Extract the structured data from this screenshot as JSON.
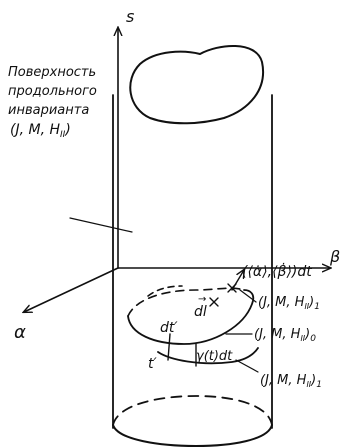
{
  "axes": {
    "s": "s",
    "beta": "β",
    "alpha": "α"
  },
  "surface_label": {
    "line1": "Поверхность",
    "line2": "продольного",
    "line3": "инварианта",
    "line4": "(J, M, H",
    "line4_sub": "II",
    "line4_end": ")"
  },
  "annotations": {
    "dl": "dl",
    "dl_arrow": "→",
    "velocity": "(⟨α̇⟩,⟨β̇⟩)dt",
    "state_1a": "(J, M, H",
    "state_1a_sub": "II",
    "state_1a_end": ")",
    "state_1a_idx": "1",
    "state_0": "(J, M, H",
    "state_0_sub": "II",
    "state_0_end": ")",
    "state_0_idx": "0",
    "dt_prime": "dt′",
    "t_prime": "t′",
    "gamma_dt": "γ(t)dt",
    "state_1b": "(J, M, H",
    "state_1b_sub": "II",
    "state_1b_end": ")",
    "state_1b_idx": "1"
  }
}
